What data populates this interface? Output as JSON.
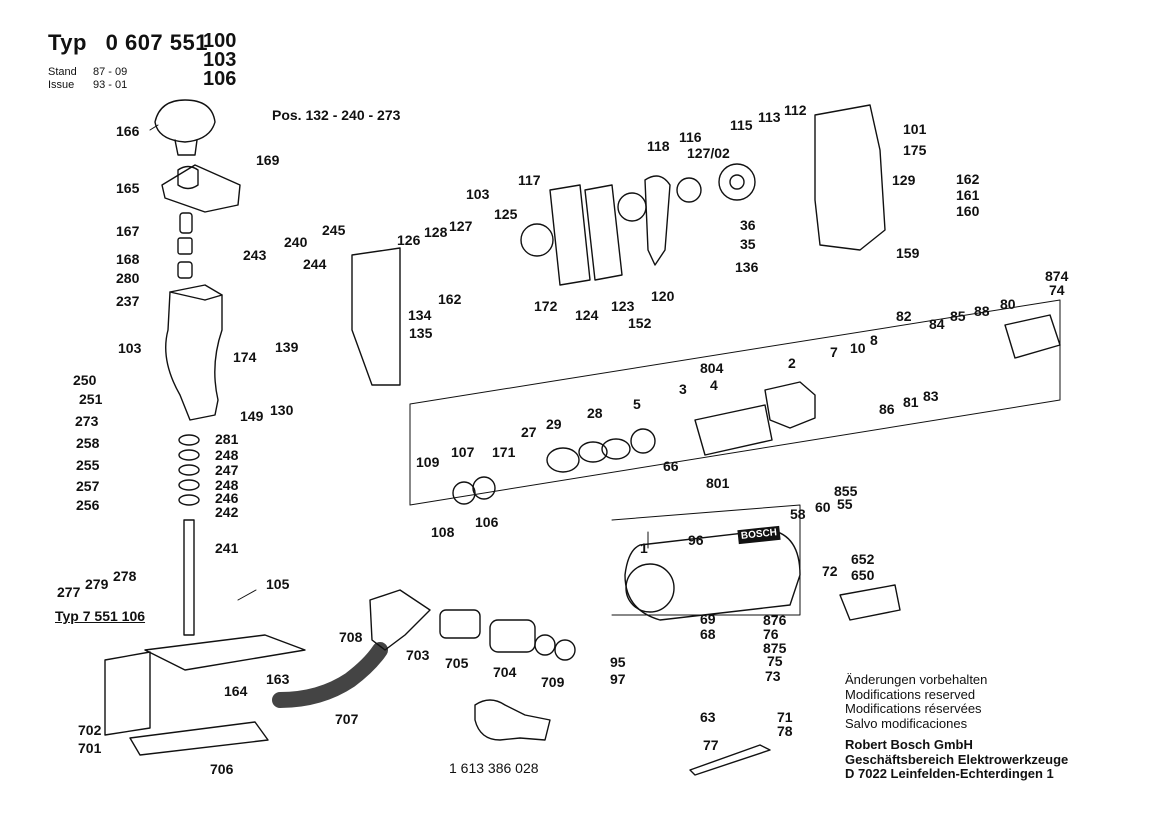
{
  "header": {
    "type_label": "Typ",
    "model_number": "0 607 551",
    "variants": [
      "100",
      "103",
      "106"
    ],
    "stand_label": "Stand",
    "issue_label": "Issue",
    "stand_date": "87 - 09",
    "issue_date": "93 - 01"
  },
  "pos_note": "Pos. 132 - 240 - 273",
  "type_note": "Typ 7 551 106",
  "accessory_part_number": "1 613 386 028",
  "brand_label": "BOSCH",
  "notes": [
    "Änderungen vorbehalten",
    "Modifications reserved",
    "Modifications réservées",
    "Salvo modificaciones"
  ],
  "company": [
    "Robert Bosch GmbH",
    "Geschäftsbereich Elektrowerkzeuge",
    "D 7022 Leinfelden-Echterdingen 1"
  ],
  "callouts": [
    "166",
    "169",
    "165",
    "167",
    "168",
    "280",
    "237",
    "103",
    "250",
    "251",
    "273",
    "258",
    "255",
    "257",
    "256",
    "277",
    "279",
    "278",
    "243",
    "240",
    "245",
    "244",
    "139",
    "174",
    "149",
    "130",
    "281",
    "248",
    "247",
    "248",
    "246",
    "242",
    "241",
    "105",
    "164",
    "163",
    "702",
    "701",
    "706",
    "126",
    "128",
    "127",
    "103",
    "125",
    "117",
    "118",
    "116",
    "127/02",
    "115",
    "113",
    "112",
    "101",
    "175",
    "162",
    "161",
    "160",
    "129",
    "36",
    "35",
    "159",
    "136",
    "134",
    "135",
    "162",
    "172",
    "124",
    "123",
    "152",
    "120",
    "804",
    "4",
    "2",
    "7",
    "10",
    "8",
    "82",
    "84",
    "85",
    "88",
    "80",
    "874",
    "74",
    "86",
    "81",
    "83",
    "3",
    "5",
    "28",
    "29",
    "27",
    "171",
    "66",
    "109",
    "107",
    "108",
    "106",
    "801",
    "58",
    "60",
    "855",
    "55",
    "96",
    "1",
    "652",
    "650",
    "72",
    "69",
    "68",
    "876",
    "76",
    "875",
    "75",
    "73",
    "95",
    "97",
    "63",
    "71",
    "78",
    "77",
    "708",
    "703",
    "705",
    "704",
    "709",
    "707"
  ]
}
